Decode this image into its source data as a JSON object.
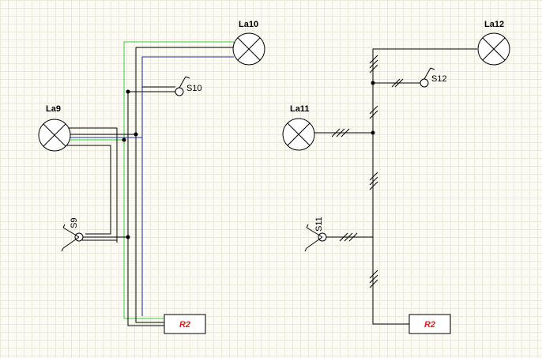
{
  "colors": {
    "wire": "#000000",
    "neutral_wire": "#1f2fa0",
    "earth_wire": "#3ec93e",
    "relay_text": "#e02020"
  },
  "left_circuit": {
    "lamp_a": "La9",
    "lamp_b": "La10",
    "switch_a": "S9",
    "switch_b": "S10",
    "relay": "R2"
  },
  "right_circuit": {
    "lamp_a": "La11",
    "lamp_b": "La12",
    "switch_a": "S11",
    "switch_b": "S12",
    "relay": "R2"
  }
}
